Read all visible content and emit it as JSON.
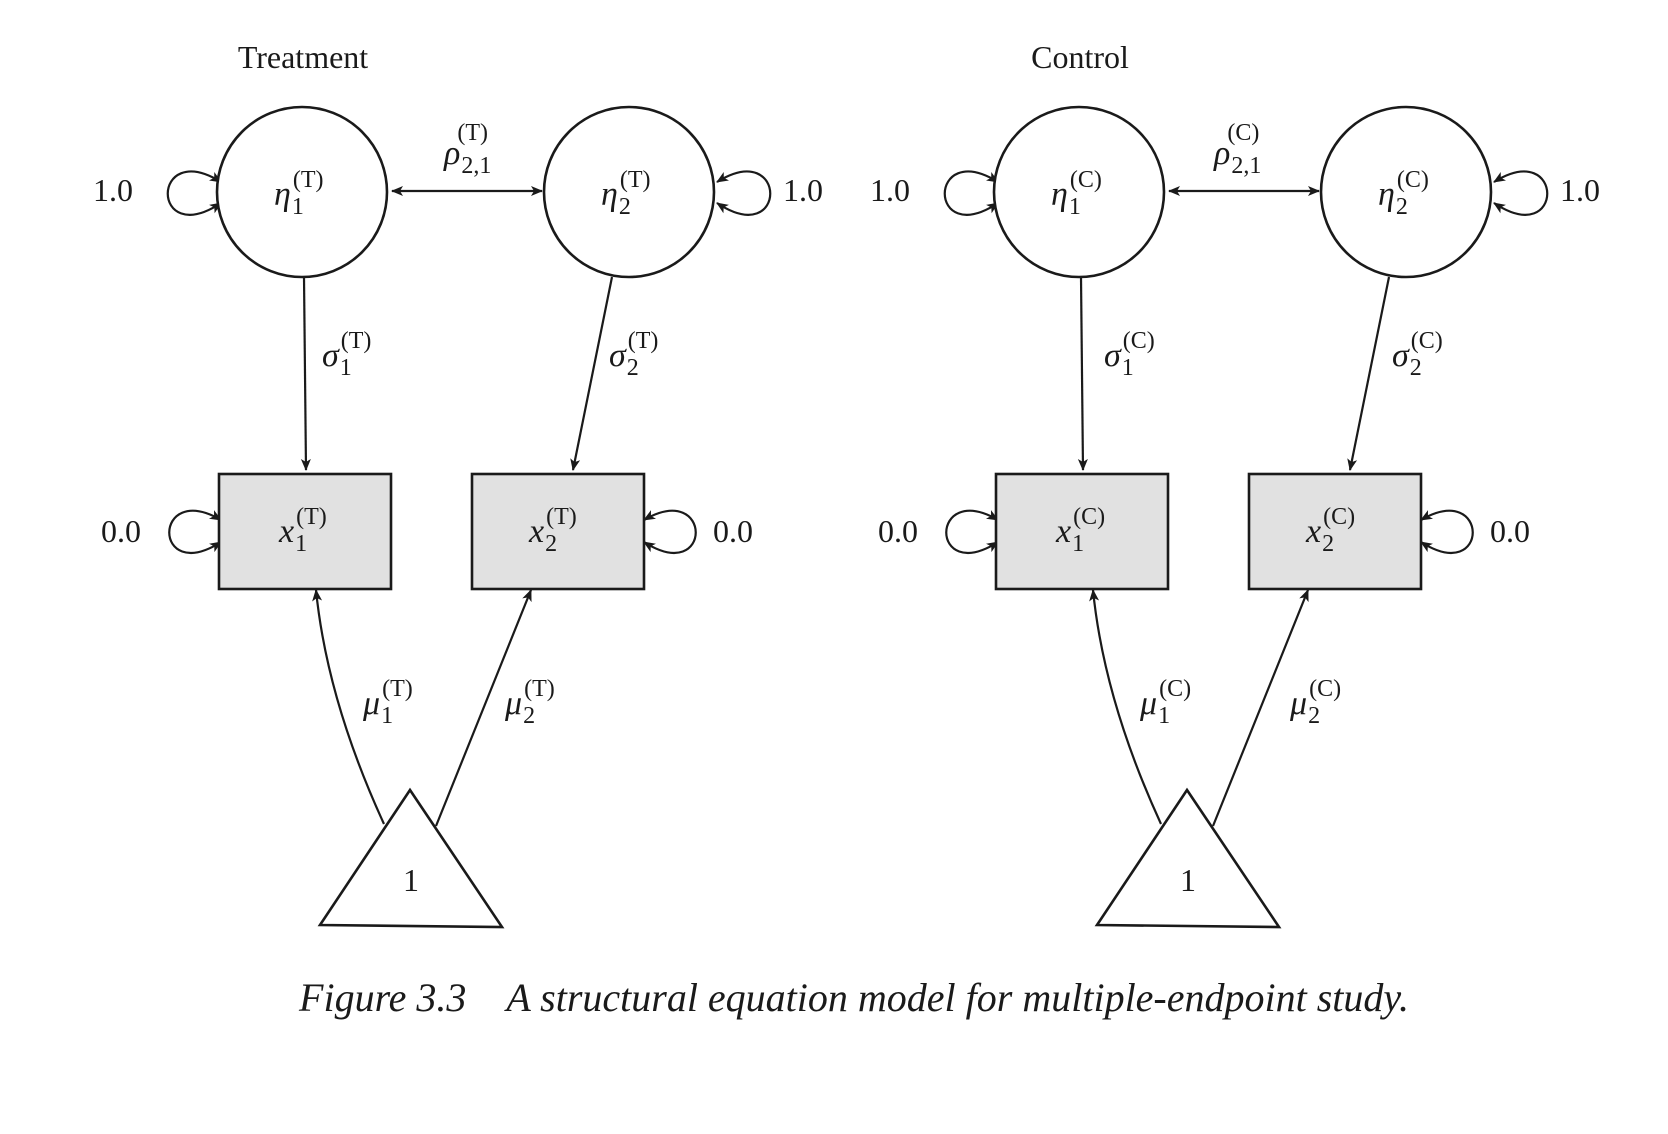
{
  "panels": [
    {
      "id": "treatment",
      "title": "Treatment",
      "latent_1": {
        "base": "η",
        "sub": "1",
        "sup": "(T)"
      },
      "latent_2": {
        "base": "η",
        "sub": "2",
        "sup": "(T)"
      },
      "latent_variance_1": "1.0",
      "latent_variance_2": "1.0",
      "correlation": {
        "base": "ρ",
        "sub": "2,1",
        "sup": "(T)"
      },
      "loading_1": {
        "base": "σ",
        "sub": "1",
        "sup": "(T)"
      },
      "loading_2": {
        "base": "σ",
        "sub": "2",
        "sup": "(T)"
      },
      "observed_1": {
        "base": "x",
        "sub": "1",
        "sup": "(T)"
      },
      "observed_2": {
        "base": "x",
        "sub": "2",
        "sup": "(T)"
      },
      "residual_1": "0.0",
      "residual_2": "0.0",
      "mean_1": {
        "base": "μ",
        "sub": "1",
        "sup": "(T)"
      },
      "mean_2": {
        "base": "μ",
        "sub": "2",
        "sup": "(T)"
      },
      "constant": "1"
    },
    {
      "id": "control",
      "title": "Control",
      "latent_1": {
        "base": "η",
        "sub": "1",
        "sup": "(C)"
      },
      "latent_2": {
        "base": "η",
        "sub": "2",
        "sup": "(C)"
      },
      "latent_variance_1": "1.0",
      "latent_variance_2": "1.0",
      "correlation": {
        "base": "ρ",
        "sub": "2,1",
        "sup": "(C)"
      },
      "loading_1": {
        "base": "σ",
        "sub": "1",
        "sup": "(C)"
      },
      "loading_2": {
        "base": "σ",
        "sub": "2",
        "sup": "(C)"
      },
      "observed_1": {
        "base": "x",
        "sub": "1",
        "sup": "(C)"
      },
      "observed_2": {
        "base": "x",
        "sub": "2",
        "sup": "(C)"
      },
      "residual_1": "0.0",
      "residual_2": "0.0",
      "mean_1": {
        "base": "μ",
        "sub": "1",
        "sup": "(C)"
      },
      "mean_2": {
        "base": "μ",
        "sub": "2",
        "sup": "(C)"
      },
      "constant": "1"
    }
  ],
  "caption": {
    "label": "Figure 3.3",
    "text": "A structural equation model for multiple-endpoint study."
  }
}
